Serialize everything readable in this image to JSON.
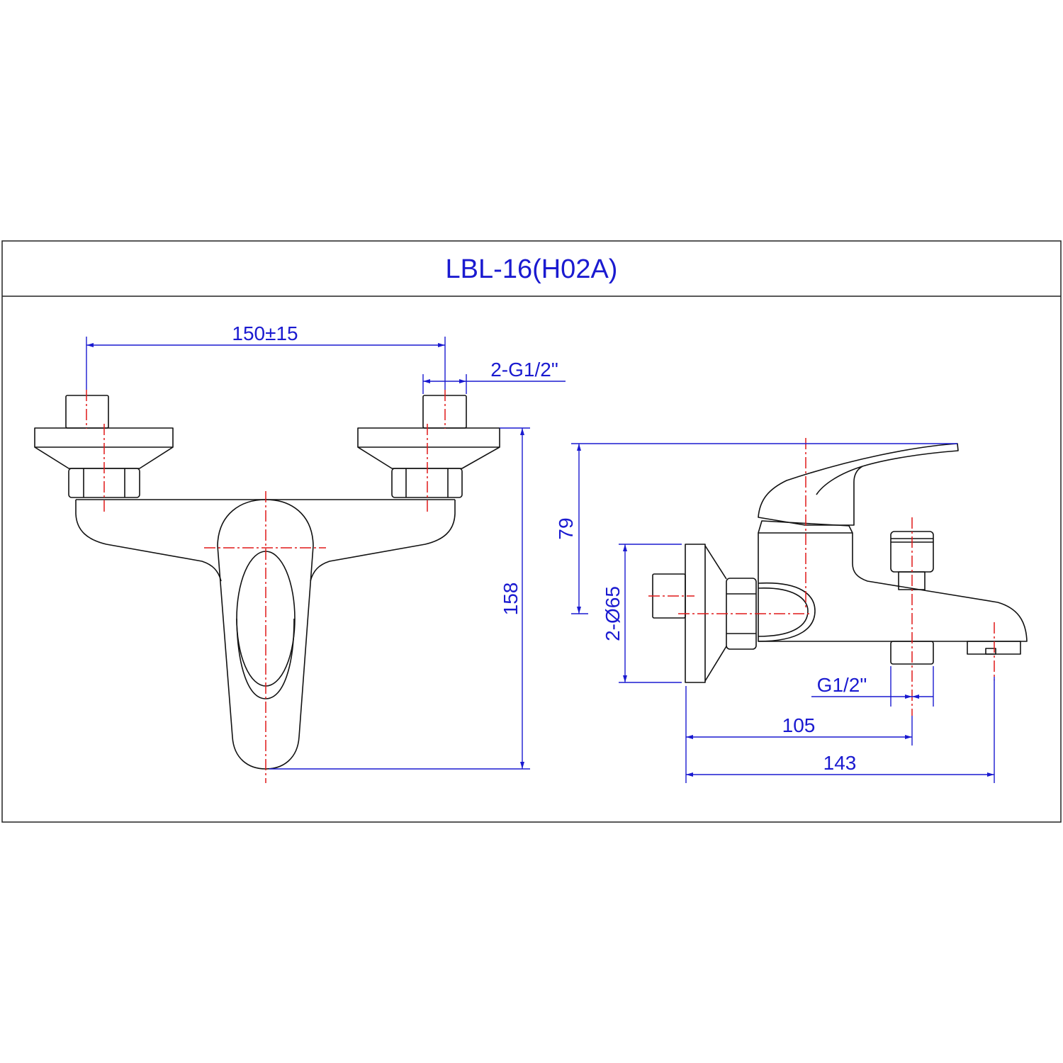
{
  "title": "LBL-16(H02A)",
  "colors": {
    "dimension": "#1a1ad0",
    "centerline": "#e01818",
    "outline": "#111111"
  },
  "front_view": {
    "dimensions": {
      "inlet_spacing": "150±15",
      "inlet_thread": "2-G1/2\"",
      "height": "158"
    }
  },
  "side_view": {
    "dimensions": {
      "handle_height": "79",
      "flange_diameter": "2-Ø65",
      "outlet_thread": "G1/2\"",
      "outlet_projection": "105",
      "spout_projection": "143"
    }
  }
}
